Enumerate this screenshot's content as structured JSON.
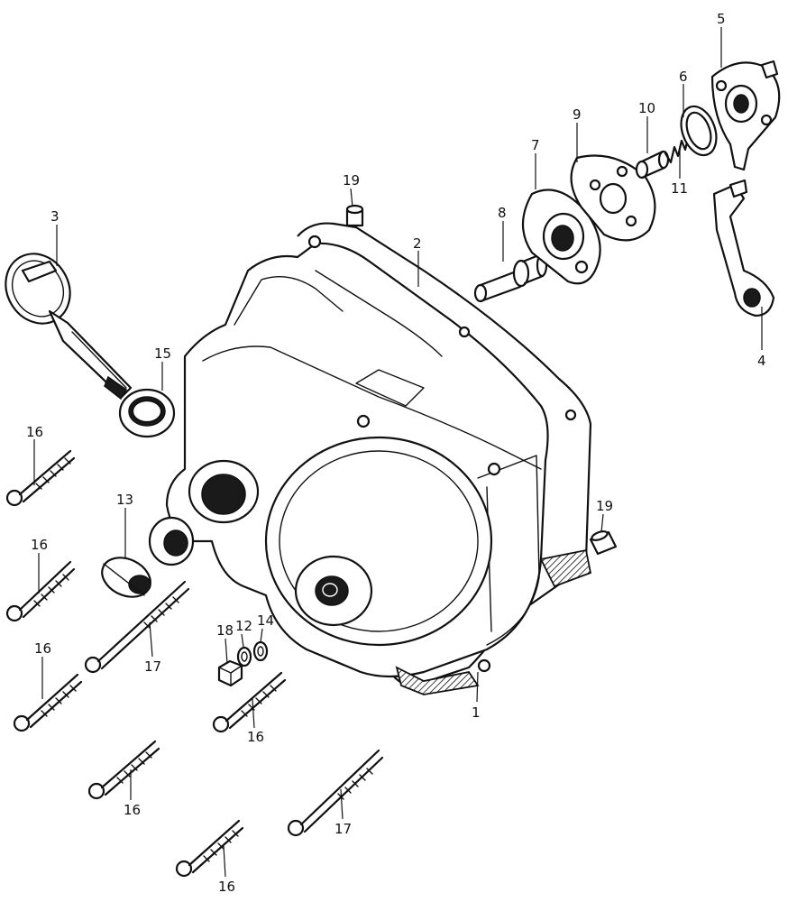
{
  "diagram": {
    "callouts": [
      {
        "id": "c1",
        "text": "1"
      },
      {
        "id": "c2",
        "text": "2"
      },
      {
        "id": "c3",
        "text": "3"
      },
      {
        "id": "c4",
        "text": "4"
      },
      {
        "id": "c5",
        "text": "5"
      },
      {
        "id": "c6",
        "text": "6"
      },
      {
        "id": "c7",
        "text": "7"
      },
      {
        "id": "c8",
        "text": "8"
      },
      {
        "id": "c9",
        "text": "9"
      },
      {
        "id": "c10",
        "text": "10"
      },
      {
        "id": "c11",
        "text": "11"
      },
      {
        "id": "c12",
        "text": "12"
      },
      {
        "id": "c13",
        "text": "13"
      },
      {
        "id": "c14",
        "text": "14"
      },
      {
        "id": "c15",
        "text": "15"
      },
      {
        "id": "c16a",
        "text": "16"
      },
      {
        "id": "c16b",
        "text": "16"
      },
      {
        "id": "c16c",
        "text": "16"
      },
      {
        "id": "c16d",
        "text": "16"
      },
      {
        "id": "c16e",
        "text": "16"
      },
      {
        "id": "c16f",
        "text": "16"
      },
      {
        "id": "c17a",
        "text": "17"
      },
      {
        "id": "c17b",
        "text": "17"
      },
      {
        "id": "c18",
        "text": "18"
      },
      {
        "id": "c19a",
        "text": "19"
      },
      {
        "id": "c19b",
        "text": "19"
      }
    ]
  }
}
